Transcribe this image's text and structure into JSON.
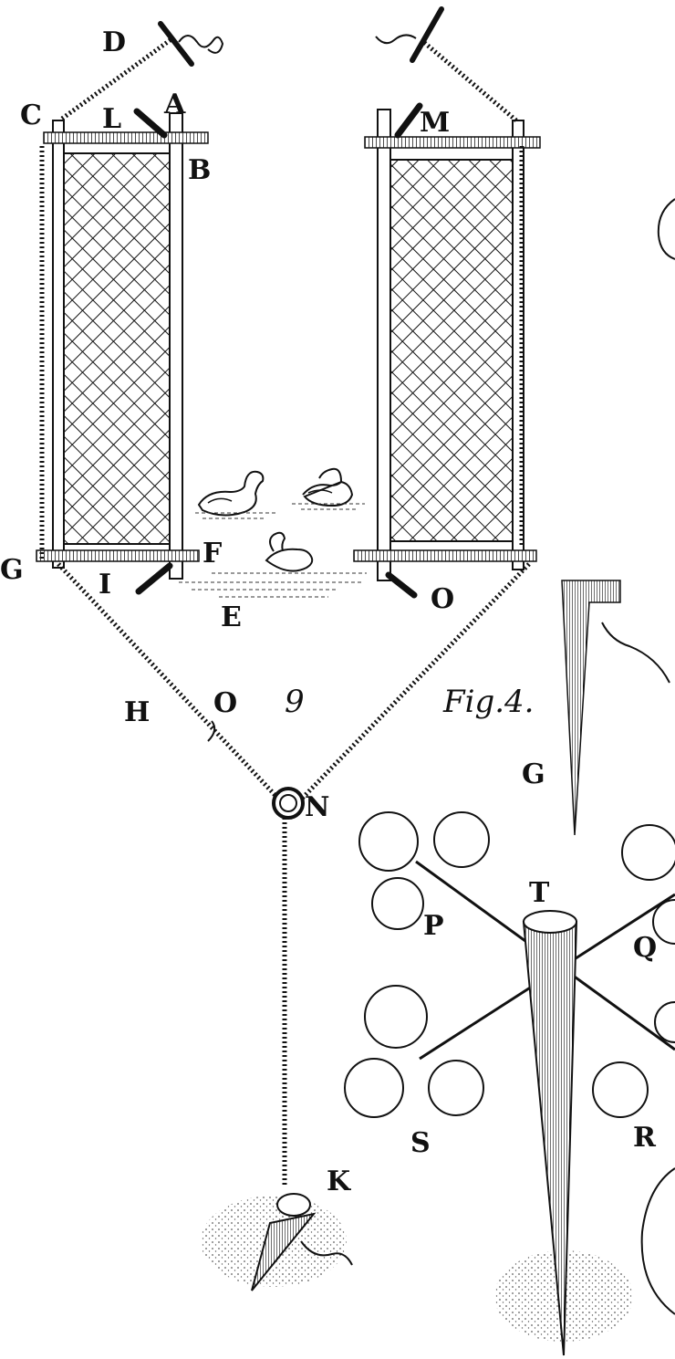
{
  "figure": {
    "labels": {
      "D": "D",
      "C": "C",
      "L": "L",
      "A": "A",
      "B": "B",
      "M": "M",
      "G_left": "G",
      "I": "I",
      "F": "F",
      "E": "E",
      "O_right": "O",
      "H": "H",
      "O_mid": "O",
      "nine": "9",
      "N": "N",
      "K": "K",
      "fig4": "Fig.4.",
      "G_right": "G",
      "T": "T",
      "P": "P",
      "Q": "Q",
      "S": "S",
      "R": "R"
    }
  }
}
